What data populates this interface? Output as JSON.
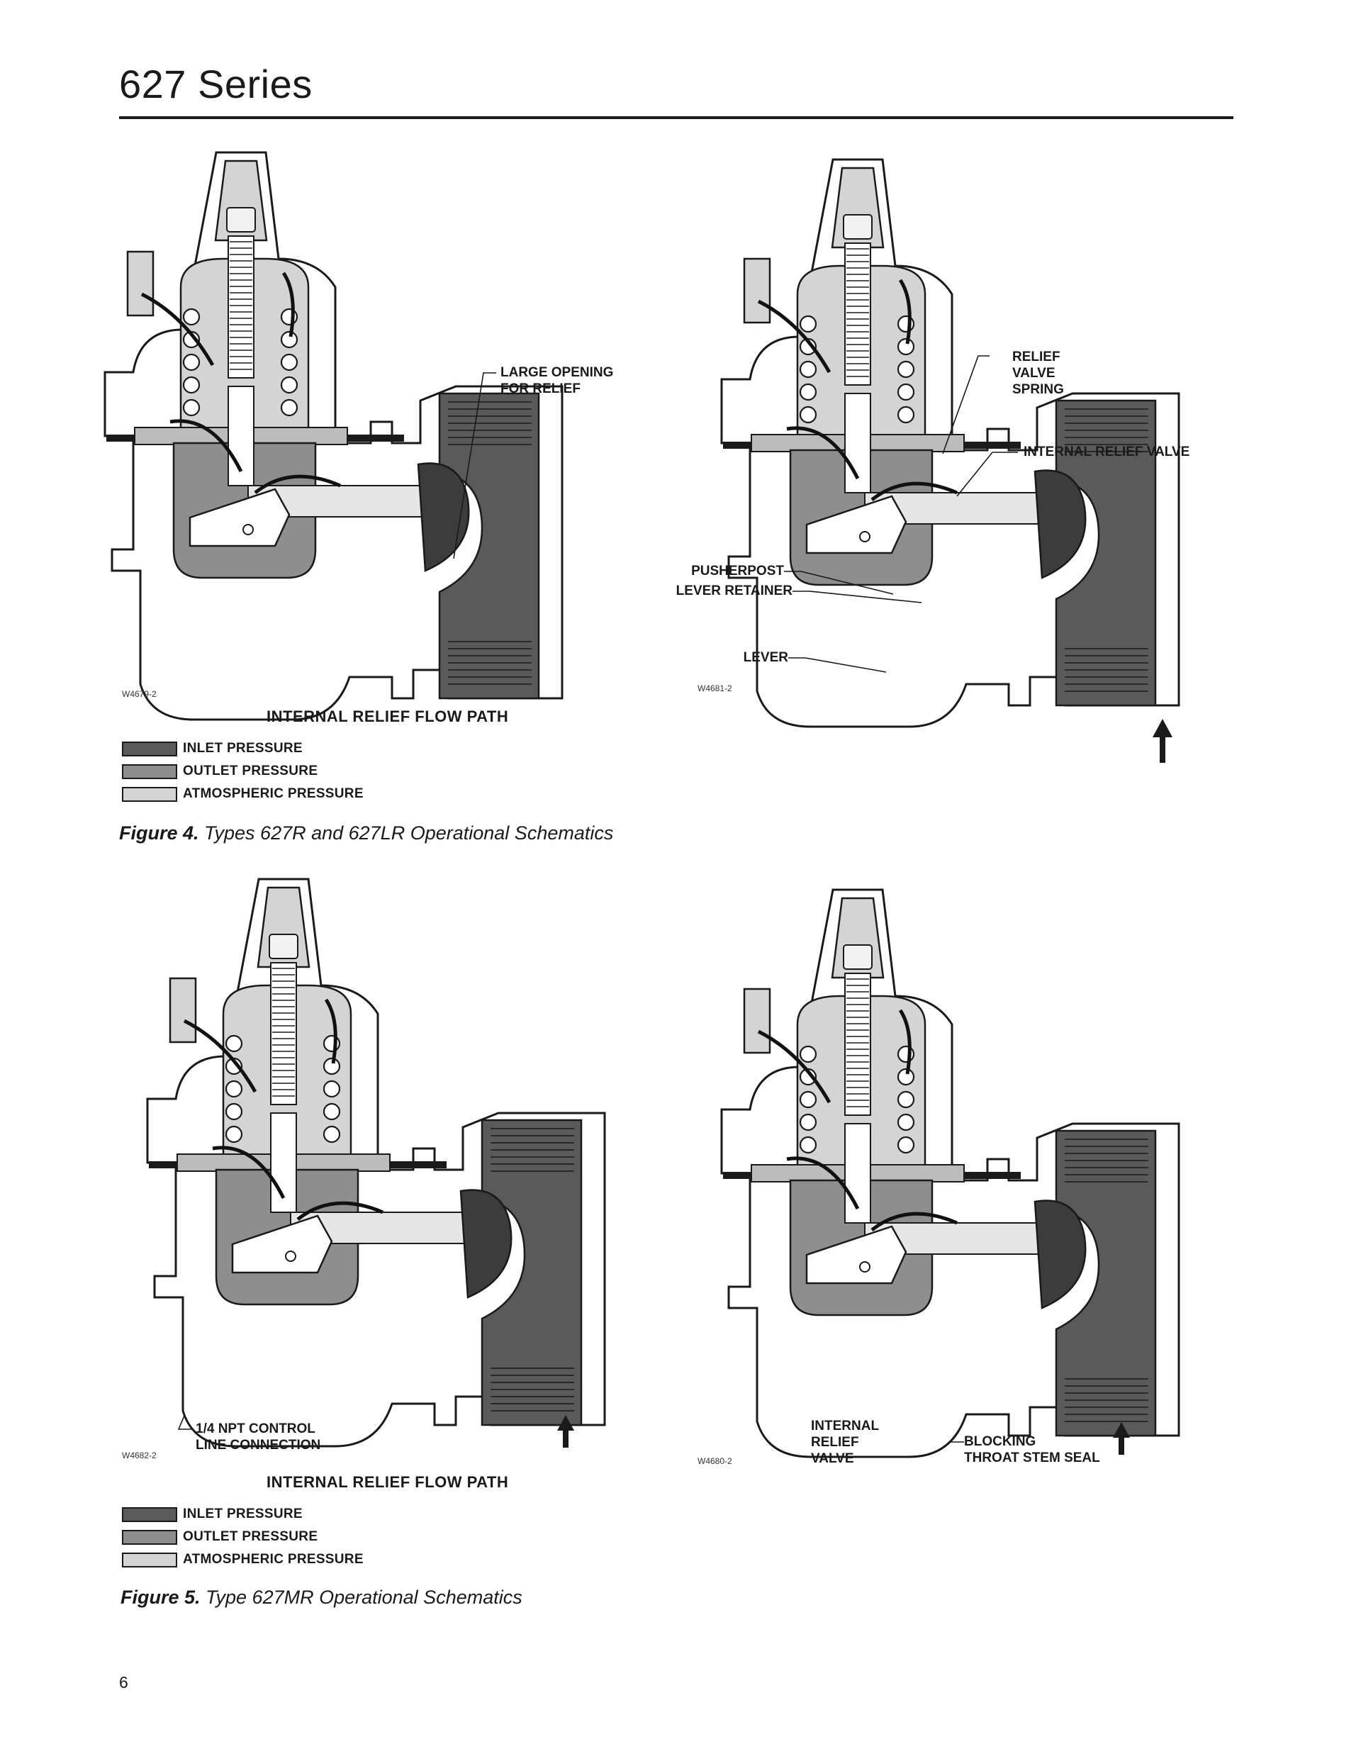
{
  "header": {
    "title": "627 Series"
  },
  "colors": {
    "inlet": "#5a5a5a",
    "outlet": "#8e8e8e",
    "atmospheric": "#d4d4d4",
    "outline": "#1a1a1a"
  },
  "figure4": {
    "left": {
      "id": "W4679-2",
      "callouts": {
        "large_opening": "LARGE OPENING\nFOR RELIEF"
      }
    },
    "right": {
      "id": "W4681-2",
      "callouts": {
        "relief_spring": "RELIEF\nVALVE\nSPRING",
        "internal_relief": "INTERNAL RELIEF VALVE",
        "pusher_post": "PUSHERPOST",
        "lever_retainer": "LEVER RETAINER",
        "lever": "LEVER"
      }
    },
    "flow_path_title": "INTERNAL RELIEF FLOW PATH",
    "legend": [
      "INLET PRESSURE",
      "OUTLET PRESSURE",
      "ATMOSPHERIC PRESSURE"
    ],
    "caption_label": "Figure 4.",
    "caption_text": " Types 627R and 627LR Operational Schematics"
  },
  "figure5": {
    "left": {
      "id": "W4682-2",
      "callouts": {
        "control_line": "1/4 NPT CONTROL\nLINE CONNECTION"
      }
    },
    "right": {
      "id": "W4680-2",
      "callouts": {
        "internal_relief": "INTERNAL\nRELIEF\nVALVE",
        "blocking_seal": "BLOCKING\nTHROAT STEM SEAL"
      }
    },
    "flow_path_title": "INTERNAL RELIEF FLOW PATH",
    "legend": [
      "INLET PRESSURE",
      "OUTLET PRESSURE",
      "ATMOSPHERIC PRESSURE"
    ],
    "caption_label": "Figure 5.",
    "caption_text": " Type 627MR Operational Schematics"
  },
  "footer": {
    "page_number": "6"
  }
}
